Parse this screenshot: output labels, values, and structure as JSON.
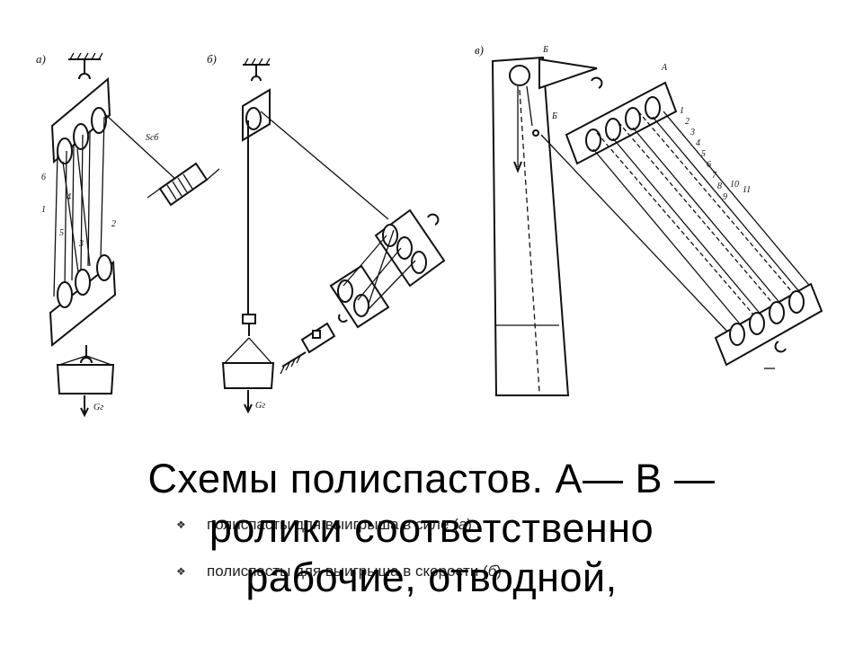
{
  "diagram": {
    "panel_a": {
      "label": "а)",
      "rope_label": "Sсб",
      "load_label": "Gг",
      "branch_numbers": [
        "1",
        "2",
        "3",
        "4",
        "5",
        "6"
      ]
    },
    "panel_b": {
      "label": "б)",
      "load_label": "Gг"
    },
    "panel_v": {
      "label": "в)",
      "pulley_labels": [
        "Б",
        "Б",
        "А"
      ],
      "branch_numbers": [
        "1",
        "2",
        "3",
        "4",
        "5",
        "6",
        "7",
        "8",
        "9",
        "10",
        "11"
      ]
    }
  },
  "bullets": [
    {
      "text_before": "полиспасты для выигрыша в силе (",
      "italic": "а",
      "text_after": ")"
    },
    {
      "text_before": "полиспасты для выигрыша в скорости (",
      "italic": "б",
      "text_after": ")"
    }
  ],
  "title": {
    "lines": [
      "Схемы полиспастов. А— В —",
      "ролики соответственно",
      "рабочие, отводной,"
    ]
  }
}
